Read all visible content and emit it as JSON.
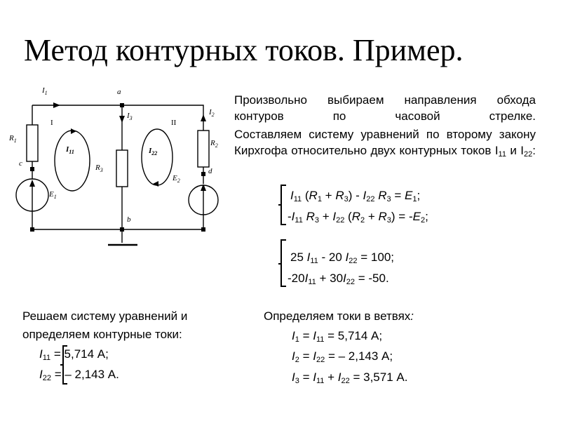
{
  "slide": {
    "title": "Метод контурных токов. Пример."
  },
  "circuit": {
    "labels": {
      "I1": "I",
      "I1_sub": "1",
      "a": "a",
      "I3": "I",
      "I3_sub": "3",
      "I2": "I",
      "I2_sub": "2",
      "loop1": "I",
      "loop2": "II",
      "R1": "R",
      "R1_sub": "1",
      "R2": "R",
      "R2_sub": "2",
      "R3": "R",
      "R3_sub": "3",
      "I11": "I",
      "I11_sub": "11",
      "I22": "I",
      "I22_sub": "22",
      "c": "c",
      "d": "d",
      "b": "b",
      "E1": "E",
      "E1_sub": "1",
      "E2": "E",
      "E2_sub": "2"
    }
  },
  "text": {
    "p1": "Произвольно выбираем направления обхода контуров по часовой стрелке.",
    "p2_start": "Составляем систему уравнений по второму закону Кирхгофа относительно двух контурных токов ",
    "p2_I": "I",
    "p2_sub1": "11",
    "p2_and": " и ",
    "p2_sub2": "22",
    "p2_colon": ":"
  },
  "equations_symbolic": {
    "line1": {
      "a": "I",
      "a_sub": "11",
      "b": " (",
      "c": "R",
      "c_sub": "1",
      "d": " + ",
      "e": "R",
      "e_sub": "3",
      "f": ") - ",
      "g": "I",
      "g_sub": "22",
      "h": " ",
      "i": "R",
      "i_sub": "3",
      "j": " = ",
      "k": "E",
      "k_sub": "1",
      "l": ";"
    },
    "line2": {
      "a": "-",
      "b": "I",
      "b_sub": "11",
      "c": " ",
      "d": "R",
      "d_sub": "3",
      "e": " + ",
      "f": "I",
      "f_sub": "22",
      "g": " (",
      "h": "R",
      "h_sub": "2",
      "i": " + ",
      "j": "R",
      "j_sub": "3",
      "k": ") = -",
      "l": "E",
      "l_sub": "2",
      "m": ";"
    }
  },
  "equations_numeric": {
    "line1": {
      "a": "25 ",
      "b": "I",
      "b_sub": "11",
      "c": " - 20 ",
      "d": "I",
      "d_sub": "22",
      "e": " = 100;"
    },
    "line2": {
      "a": "-20",
      "b": "I",
      "b_sub": "11",
      "c": " + 30",
      "d": "I",
      "d_sub": "22",
      "e": " = -50."
    }
  },
  "solve": {
    "line1": "Решаем систему уравнений и",
    "line2": "определяем контурные токи:",
    "r1": {
      "a": "I",
      "sub": "11",
      "b": " = 5,714 А;"
    },
    "r2": {
      "a": "I",
      "sub": "22",
      "b": " = – 2,143 А."
    }
  },
  "branches": {
    "heading": "Определяем токи в ветвях",
    "colon": ":",
    "b1": {
      "a": "I",
      "a_sub": "1",
      "b": " = ",
      "c": "I",
      "c_sub": "11",
      "d": " = 5,714 А;"
    },
    "b2": {
      "a": "I",
      "a_sub": "2",
      "b": " = ",
      "c": "I",
      "c_sub": "22",
      "d": " = – 2,143 А;"
    },
    "b3": {
      "a": "I",
      "a_sub": "3",
      "b": " = ",
      "c": "I",
      "c_sub": "11",
      "d": " + ",
      "e": "I",
      "e_sub": "22",
      "f": " = 3,571 А."
    }
  }
}
